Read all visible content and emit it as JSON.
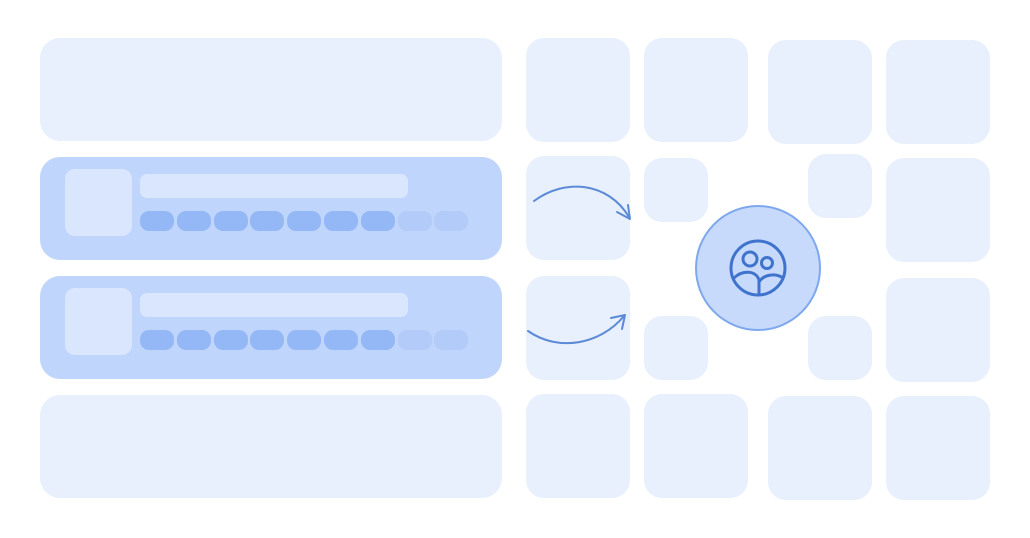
{
  "colors": {
    "background": "#ffffff",
    "pale_tile": "#e8f0fd",
    "selected_row": "#c0d5fb",
    "row_thumb": "#d9e6fd",
    "row_title_bar": "#d9e6fd",
    "pill_strong": "#94b8f5",
    "pill_faded": "#b2cbf8",
    "arrow_stroke": "#5b8ad6",
    "hub_fill": "#c8dafc",
    "hub_border": "#7ea8ee",
    "icon_stroke": "#3f73cc"
  },
  "icons": {
    "hub": "group-people-icon",
    "arrow": "curved-arrow-icon"
  },
  "list_rows": [
    {
      "state": "idle"
    },
    {
      "state": "selected",
      "pills_total": 9,
      "pills_filled": 7
    },
    {
      "state": "selected",
      "pills_total": 9,
      "pills_filled": 7
    },
    {
      "state": "idle"
    }
  ],
  "grid": {
    "columns": 4,
    "rows": 4
  },
  "arrows": [
    "upper-curve",
    "lower-curve"
  ]
}
